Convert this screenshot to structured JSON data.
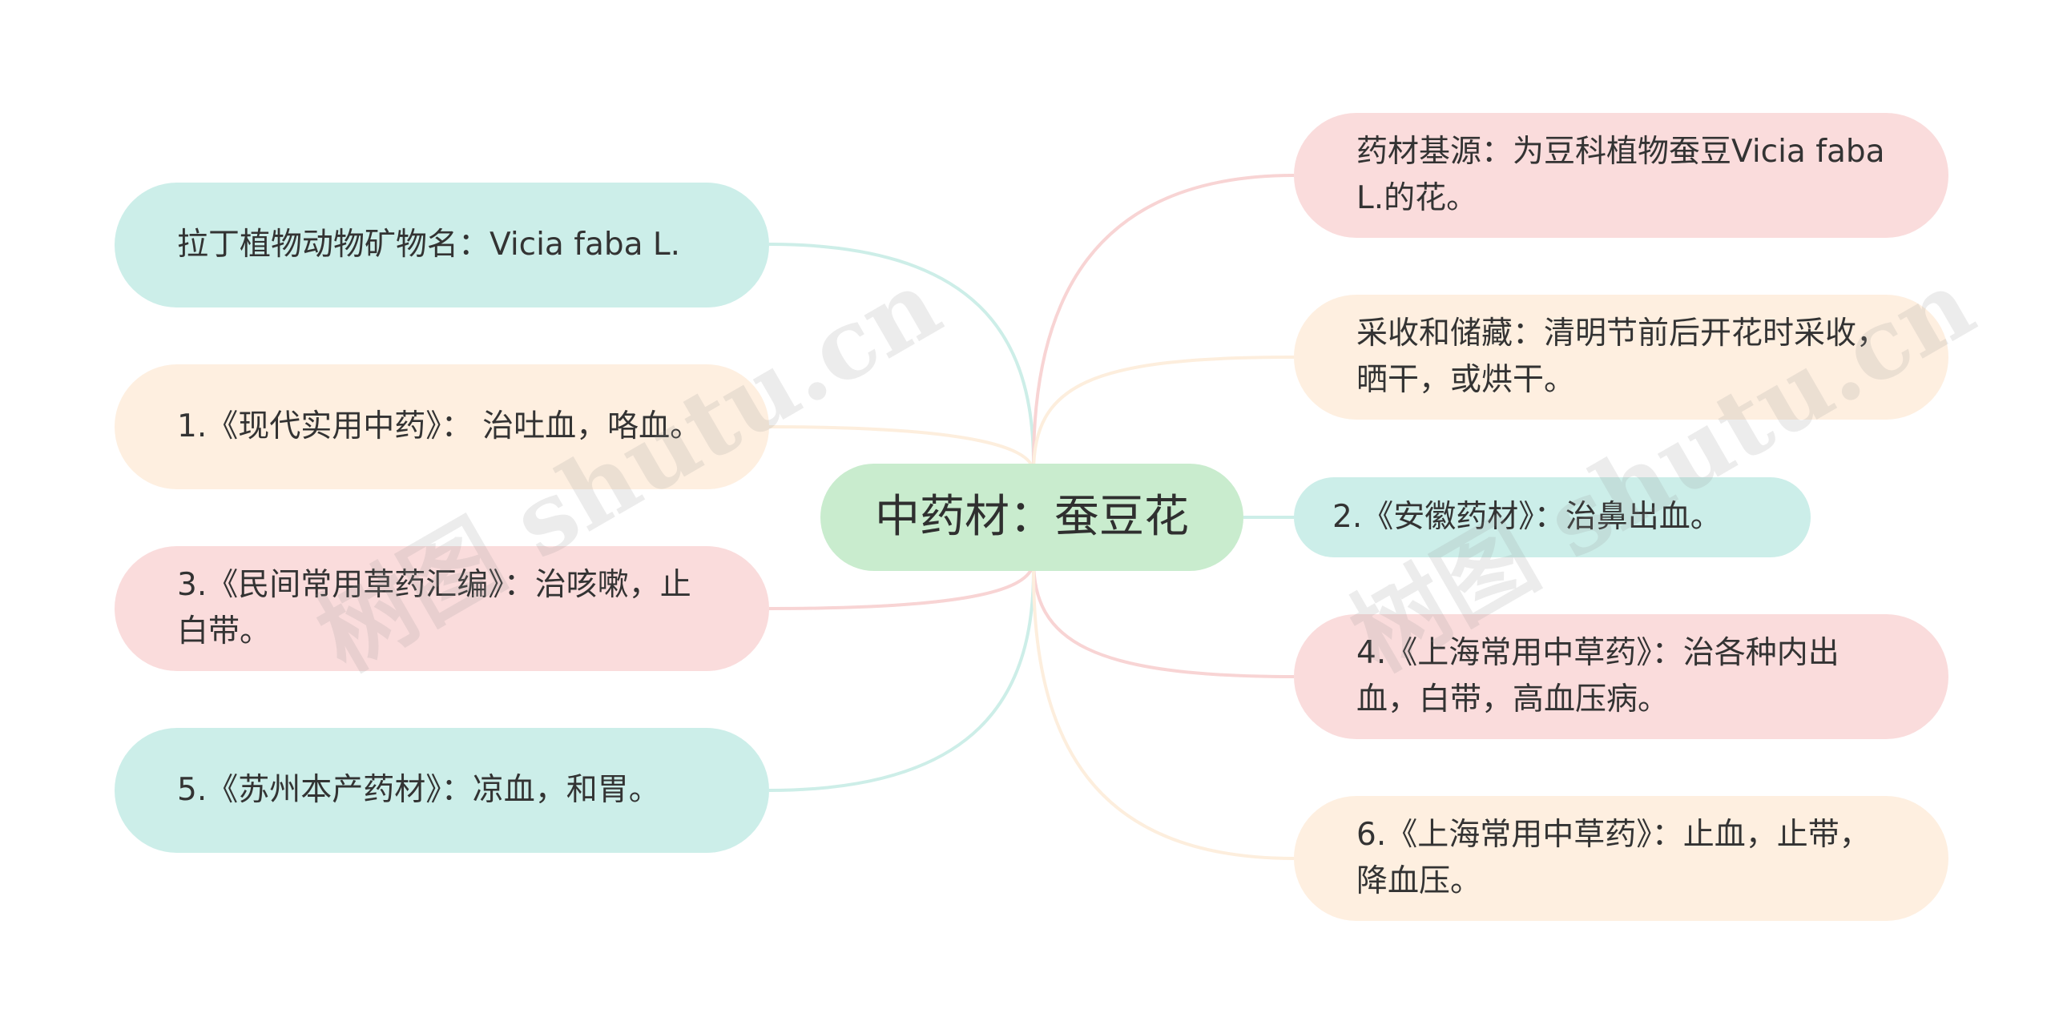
{
  "root": {
    "label": "中药材：蚕豆花"
  },
  "left_branches": [
    {
      "label": "拉丁植物动物矿物名：Vicia faba L.",
      "color": "#cceee9"
    },
    {
      "label": "1.《现代实用中药》： 治吐血，咯血。",
      "color": "#feefe0"
    },
    {
      "label": "3.《民间常用草药汇编》：治咳嗽，止白带。",
      "color": "#fadcdc"
    },
    {
      "label": "5.《苏州本产药材》：凉血，和胃。",
      "color": "#cceee9"
    }
  ],
  "right_branches": [
    {
      "label": "药材基源：为豆科植物蚕豆Vicia faba L.的花。",
      "color": "#fadcdc"
    },
    {
      "label": "采收和储藏：清明节前后开花时采收，晒干，或烘干。",
      "color": "#feefe0"
    },
    {
      "label": "2.《安徽药材》：治鼻出血。",
      "color": "#cceee9"
    },
    {
      "label": "4.《上海常用中草药》：治各种内出血，白带，高血压病。",
      "color": "#fadcdc"
    },
    {
      "label": "6.《上海常用中草药》：止血，止带，降血压。",
      "color": "#feefe0"
    }
  ],
  "watermark": {
    "text": "树图 shutu.cn"
  },
  "colors": {
    "root_fill": "#c9ecce",
    "teal": "#cceee9",
    "cream": "#feefe0",
    "pink": "#fadcdc"
  }
}
